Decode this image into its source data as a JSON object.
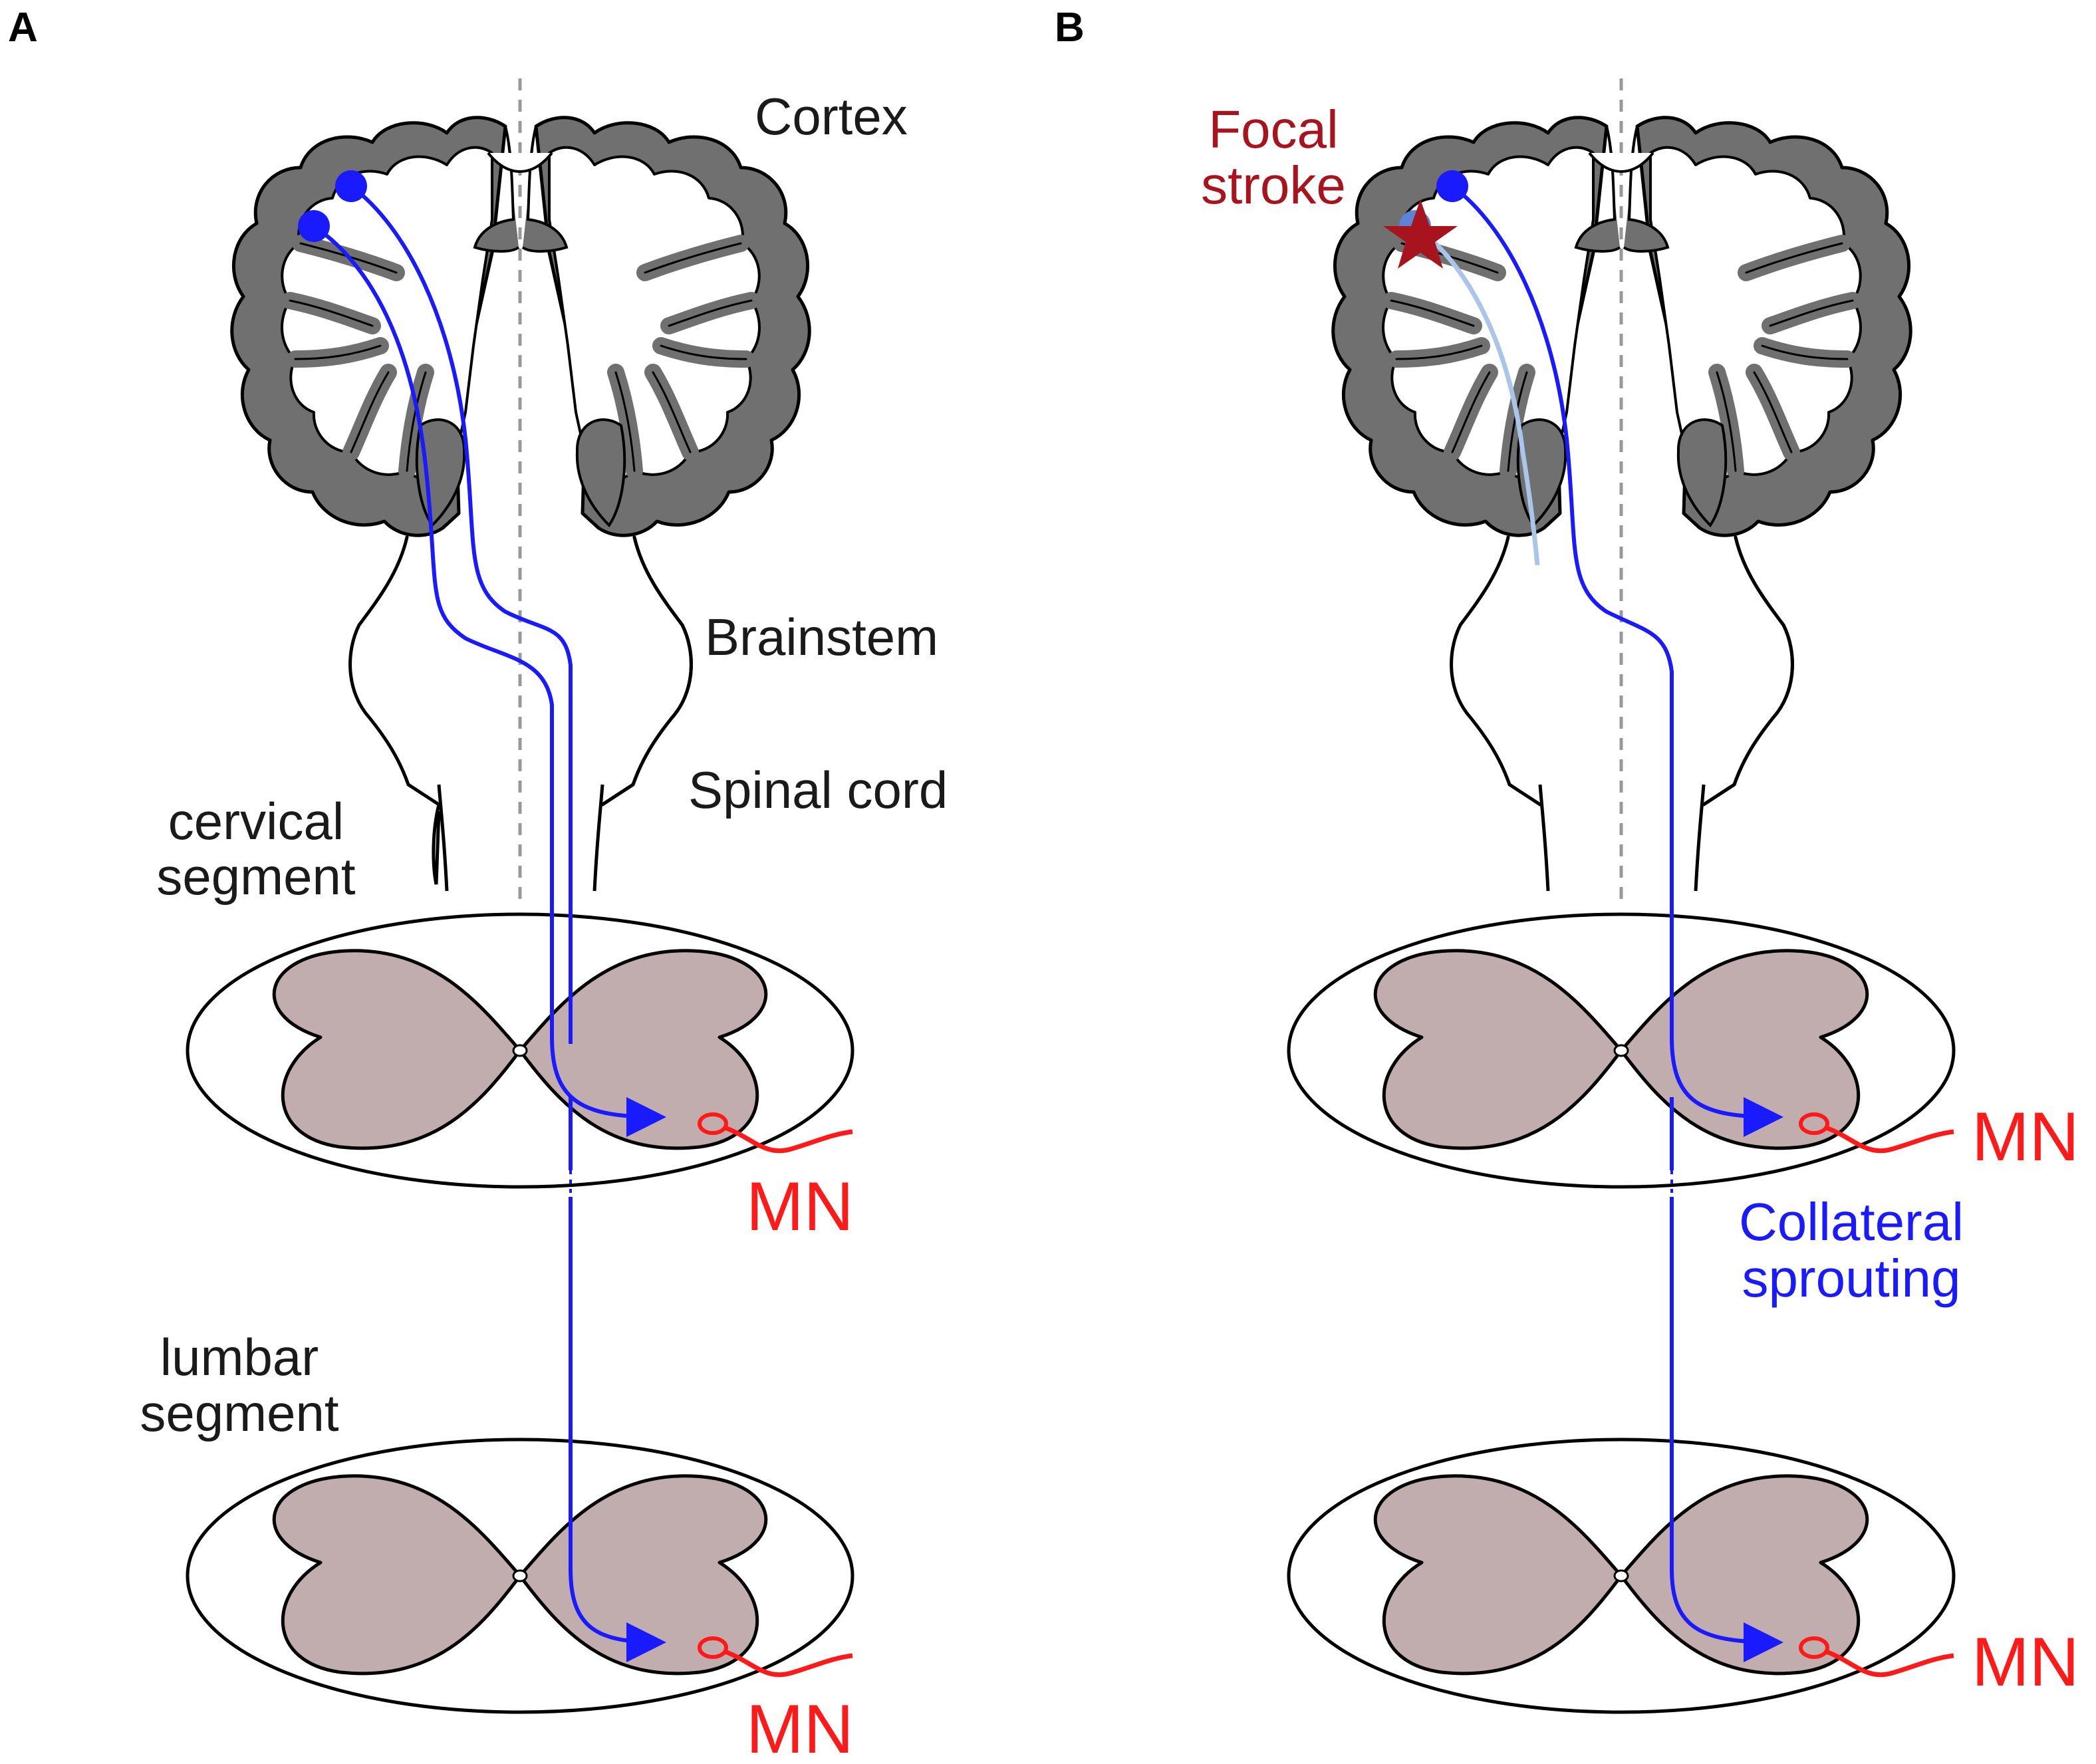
{
  "panels": {
    "a": {
      "panel_label": "A",
      "cortex_label": "Cortex",
      "brainstem_label": "Brainstem",
      "spinal_cord_label": "Spinal cord",
      "cervical_label_line1": "cervical",
      "cervical_label_line2": "segment",
      "lumbar_label_line1": "lumbar",
      "lumbar_label_line2": "segment",
      "mn_cervical": "MN",
      "mn_lumbar": "MN"
    },
    "b": {
      "panel_label": "B",
      "stroke_label_line1": "Focal",
      "stroke_label_line2": "stroke",
      "collateral_label_line1": "Collateral",
      "collateral_label_line2": "sprouting",
      "mn_cervical": "MN",
      "mn_lumbar": "MN"
    }
  },
  "colors": {
    "tract": "#1a1aff",
    "tract_lesioned": "#a9c6ea",
    "motor_neuron": "#ff1a1a",
    "stroke": "#a8141e",
    "gray_matter_cortex": "#707070",
    "gray_matter_spinal": "#c1adad",
    "white_matter": "#ffffff",
    "outline": "#000000",
    "midline": "#999999"
  }
}
